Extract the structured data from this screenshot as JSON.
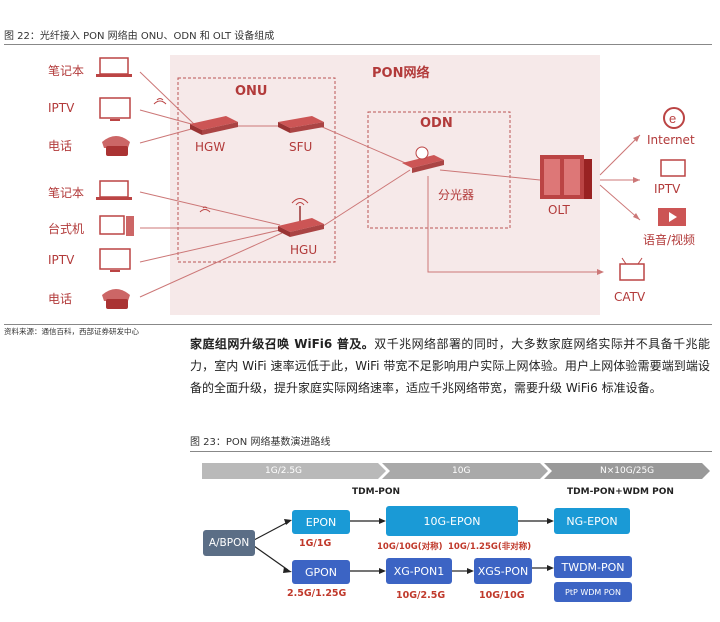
{
  "fig22": {
    "title": "图 22：光纤接入 PON 网络由 ONU、ODN 和 OLT 设备组成",
    "pon_label": "PON网络",
    "onu_label": "ONU",
    "odn_label": "ODN",
    "left_devices_top": [
      "笔记本",
      "IPTV",
      "电话"
    ],
    "left_devices_bottom": [
      "笔记本",
      "台式机",
      "IPTV",
      "电话"
    ],
    "hgw": "HGW",
    "sfu": "SFU",
    "hgu": "HGU",
    "splitter": "分光器",
    "olt": "OLT",
    "right_services": [
      "Internet",
      "IPTV",
      "语音/视频",
      "CATV"
    ],
    "source": "资料来源：通信百科，西部证券研发中心"
  },
  "paragraph": {
    "lead": "家庭组网升级召唤 WiFi6 普及。",
    "body": "双千兆网络部署的同时，大多数家庭网络实际并不具备千兆能力，室内 WiFi 速率远低于此，WiFi 带宽不足影响用户实际上网体验。用户上网体验需要端到端设备的全面升级，提升家庭实际网络速率，适应千兆网络带宽，需要升级 WiFi6 标准设备。"
  },
  "fig23": {
    "title": "图 23：PON 网络基数演进路线",
    "stages": [
      "1G/2.5G",
      "10G",
      "N×10G/25G"
    ],
    "tdm_pon": "TDM-PON",
    "tdm_wdm_pon": "TDM-PON+WDM PON",
    "nodes": {
      "abpon": "A/BPON",
      "epon": "EPON",
      "gpon": "GPON",
      "epon10g": "10G-EPON",
      "xgpon1": "XG-PON1",
      "xgspon": "XGS-PON",
      "ngepon": "NG-EPON",
      "twdm": "TWDM-PON",
      "ptp": "PtP WDM PON"
    },
    "rates": {
      "epon": "1G/1G",
      "gpon": "2.5G/1.25G",
      "epon10g_sym": "10G/10G(对称)",
      "epon10g_asym": "10G/1.25G(非对称)",
      "xgpon1": "10G/2.5G",
      "xgspon": "10G/10G"
    }
  }
}
